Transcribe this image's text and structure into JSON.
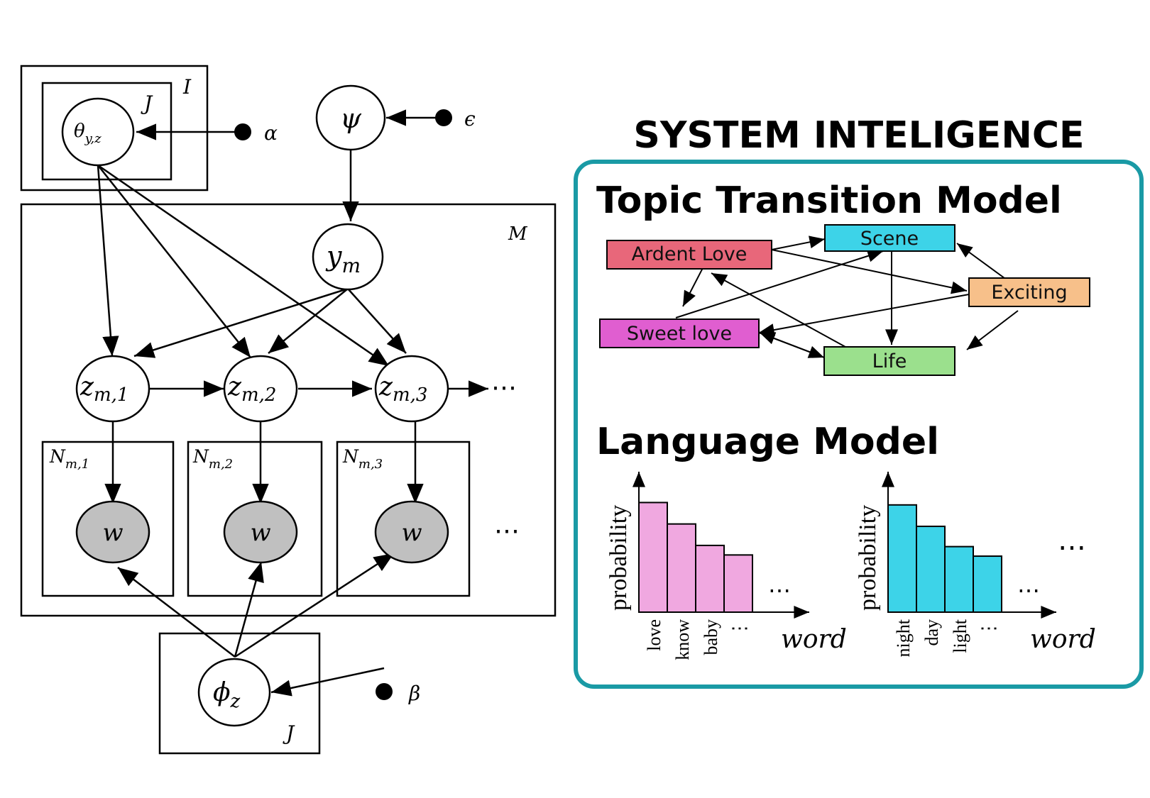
{
  "graphical_model": {
    "plates": {
      "I": "I",
      "J_inner": "J",
      "M": "M",
      "J_bottom": "J"
    },
    "nodes": {
      "theta_base": "θ",
      "theta_sub": "y,z",
      "psi": "ψ",
      "y_base": "y",
      "y_sub": "m",
      "z1_base": "z",
      "z1_sub": "m,1",
      "z2_base": "z",
      "z2_sub": "m,2",
      "z3_base": "z",
      "z3_sub": "m,3",
      "w1": "w",
      "w2": "w",
      "w3": "w",
      "phi_base": "ϕ",
      "phi_sub": "z"
    },
    "plate_labels": {
      "n1_base": "N",
      "n1_sub": "m,1",
      "n2_base": "N",
      "n2_sub": "m,2",
      "n3_base": "N",
      "n3_sub": "m,3"
    },
    "hyperparameters": {
      "alpha": "α",
      "epsilon": "ϵ",
      "beta": "β"
    },
    "ellipsis_z": "⋯",
    "ellipsis_w": "⋯"
  },
  "system": {
    "title": "SYSTEM INTELIGENCE",
    "topic_model_title": "Topic Transition Model",
    "topics": {
      "ardent_love": "Ardent Love",
      "scene": "Scene",
      "exciting": "Exciting",
      "sweet_love": "Sweet love",
      "life": "Life"
    },
    "language_model_title": "Language Model",
    "ellipsis": "⋯"
  },
  "chart_data": [
    {
      "type": "bar",
      "categories": [
        "love",
        "know",
        "baby",
        "⋮"
      ],
      "values": [
        0.92,
        0.74,
        0.56,
        0.48
      ],
      "ylabel": "probability",
      "xlabel": "word",
      "color": "#f0a8e0",
      "trailing": "⋯"
    },
    {
      "type": "bar",
      "categories": [
        "night",
        "day",
        "light",
        "⋮"
      ],
      "values": [
        0.9,
        0.72,
        0.55,
        0.47
      ],
      "ylabel": "probability",
      "xlabel": "word",
      "color": "#3dd3e8",
      "trailing": "⋯"
    }
  ],
  "colors": {
    "ardent_love": "#e8677a",
    "scene": "#3dd3e8",
    "exciting": "#f7c08a",
    "sweet_love": "#e05ed0",
    "life": "#9be08d",
    "panel_border": "#1a9aa5",
    "observed_node": "#c0c0c0"
  }
}
